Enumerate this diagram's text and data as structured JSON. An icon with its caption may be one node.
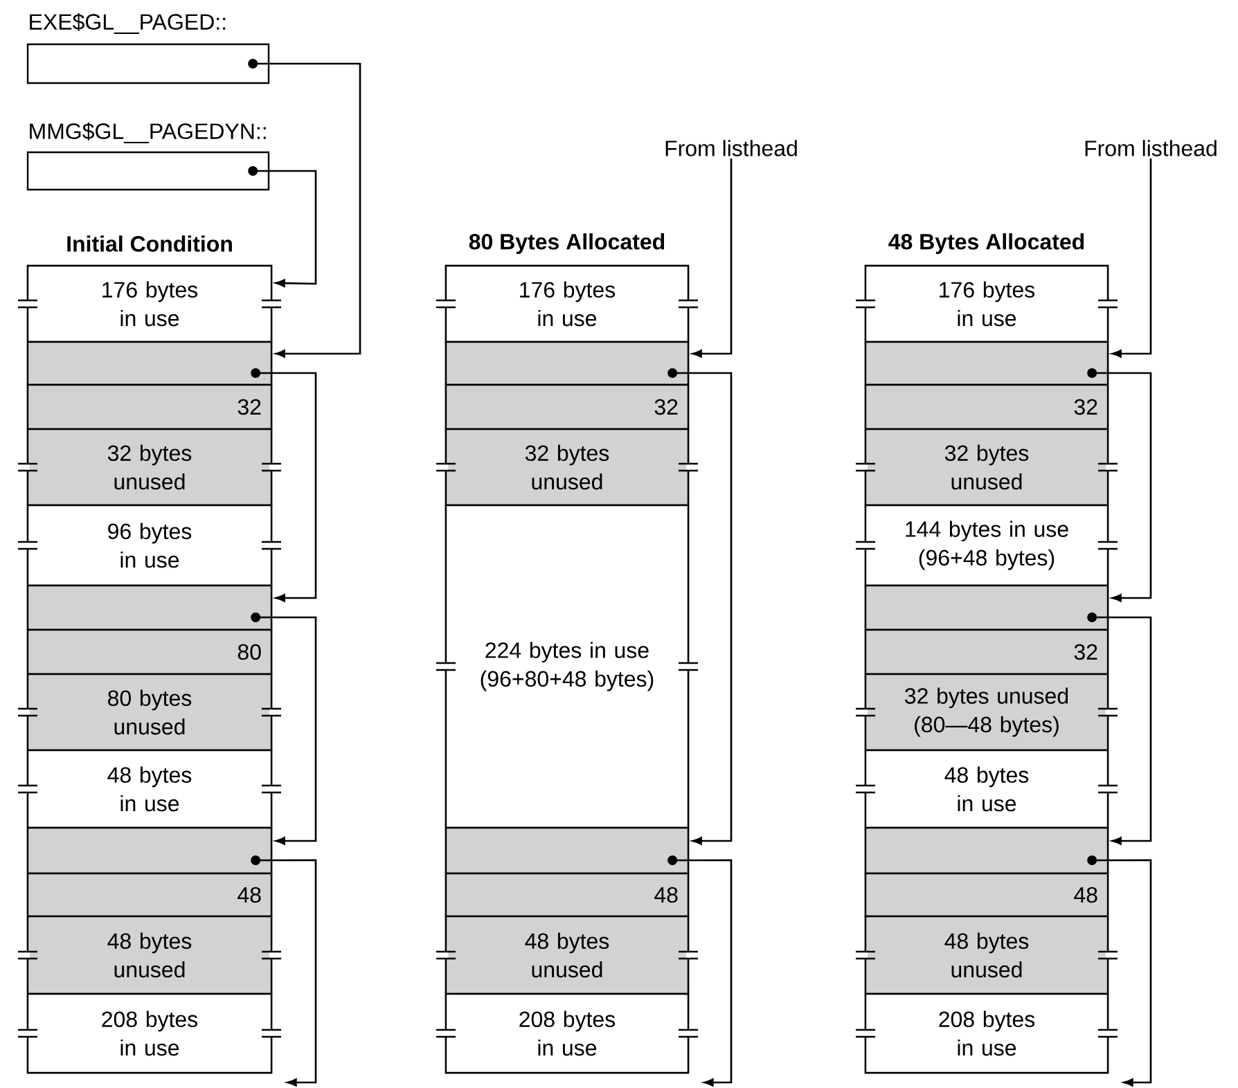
{
  "diagram": {
    "nodes": [
      {
        "text": [
          "EXE$GL__PAGED::"
        ]
      },
      {
        "text": [
          "MMG$GL__PAGEDYN::"
        ]
      },
      {
        "text": [
          "Initial Condition"
        ]
      },
      {
        "text": [
          "176 bytes in use"
        ],
        "in": 2
      },
      {
        "text": [],
        "shape": "box",
        "in": 2
      },
      {
        "text": [
          "32"
        ],
        "in": 2
      },
      {
        "text": [
          "32 bytes unused"
        ],
        "in": 2
      },
      {
        "text": [
          "96 bytes in use"
        ],
        "in": 2
      },
      {
        "text": [],
        "shape": "box",
        "in": 2
      },
      {
        "text": [
          "80"
        ],
        "in": 2
      },
      {
        "text": [
          "80 bytes unused"
        ],
        "in": 2
      },
      {
        "text": [
          "48 bytes in use"
        ],
        "in": 2
      },
      {
        "text": [],
        "shape": "box",
        "in": 2
      },
      {
        "text": [
          "48"
        ],
        "in": 2
      },
      {
        "text": [
          "48 bytes unused"
        ],
        "in": 2
      },
      {
        "text": [
          "208 bytes in use"
        ],
        "in": 2
      },
      {
        "text": [
          "From listhead"
        ]
      },
      {
        "text": [
          "80 Bytes Allocated"
        ]
      },
      {
        "text": [
          "176 bytes in use"
        ],
        "in": 17
      },
      {
        "text": [],
        "shape": "box",
        "in": 17
      },
      {
        "text": [
          "32"
        ],
        "in": 17
      },
      {
        "text": [
          "32 bytes unused"
        ],
        "in": 17
      },
      {
        "text": [
          "224 bytes in use",
          "(96+80+48 bytes)"
        ],
        "in": 17
      },
      {
        "text": [],
        "shape": "box",
        "in": 17
      },
      {
        "text": [
          "48"
        ],
        "in": 17
      },
      {
        "text": [
          "48 bytes unused"
        ],
        "in": 17
      },
      {
        "text": [
          "208 bytes in use"
        ],
        "in": 17
      },
      {
        "text": [
          "From listhead"
        ]
      },
      {
        "text": [
          "48 Bytes Allocated"
        ]
      },
      {
        "text": [
          "176 bytes in use"
        ],
        "in": 28
      },
      {
        "text": [],
        "shape": "box",
        "in": 28
      },
      {
        "text": [
          "32"
        ],
        "in": 28
      },
      {
        "text": [
          "32 bytes unused"
        ],
        "in": 28
      },
      {
        "text": [
          "144 bytes in use",
          "(96+48 bytes)"
        ],
        "in": 28
      },
      {
        "text": [],
        "shape": "box",
        "in": 28
      },
      {
        "text": [
          "32"
        ],
        "in": 28
      },
      {
        "text": [
          "32 bytes unused",
          "(80—48 bytes)"
        ],
        "in": 28
      },
      {
        "text": [
          "48 bytes in use"
        ],
        "in": 28
      },
      {
        "text": [],
        "shape": "box",
        "in": 28
      },
      {
        "text": [
          "48"
        ],
        "in": 28
      },
      {
        "text": [
          "48 bytes unused"
        ],
        "in": 28
      },
      {
        "text": [
          "208 bytes in use"
        ],
        "in": 28
      }
    ],
    "edges": [
      {
        "from": 0,
        "to": 4,
        "arrow": "to"
      },
      {
        "from": 1,
        "to": 3,
        "arrow": "to"
      },
      {
        "from": 4,
        "to": 8,
        "arrow": "to"
      },
      {
        "from": 8,
        "to": 12,
        "arrow": "to"
      },
      {
        "from": 12,
        "to": null,
        "arrow": "to"
      },
      {
        "from": 16,
        "to": 19,
        "arrow": "to"
      },
      {
        "from": 19,
        "to": 23,
        "arrow": "to"
      },
      {
        "from": 23,
        "to": null,
        "arrow": "to"
      },
      {
        "from": 27,
        "to": 30,
        "arrow": "to"
      },
      {
        "from": 30,
        "to": 34,
        "arrow": "to"
      },
      {
        "from": 34,
        "to": 38,
        "arrow": "to"
      },
      {
        "from": 38,
        "to": null,
        "arrow": "to"
      }
    ]
  }
}
